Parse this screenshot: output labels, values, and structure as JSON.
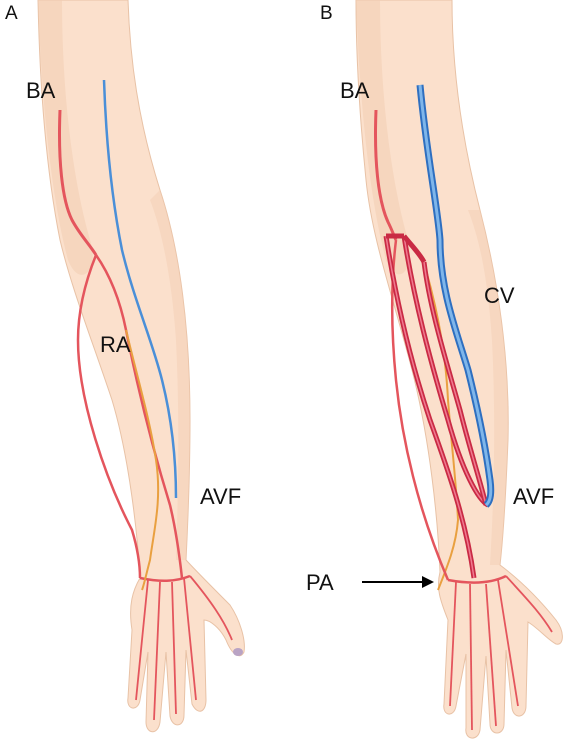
{
  "panels": [
    {
      "letter": "A",
      "labels": {
        "ba": "BA",
        "ra": "RA",
        "avf": "AVF"
      }
    },
    {
      "letter": "B",
      "labels": {
        "ba": "BA",
        "cv": "CV",
        "avf": "AVF",
        "pa": "PA"
      }
    }
  ],
  "colors": {
    "skin": "#fbe0cc",
    "skin_shadow": "#f0c4a6",
    "skin_outline": "#e2b596",
    "artery": "#e4555d",
    "artery_dark": "#cc2a3a",
    "vein_blue": "#4a8fd8",
    "vein_orange": "#e9a040",
    "nail": "#b9a3c4"
  }
}
